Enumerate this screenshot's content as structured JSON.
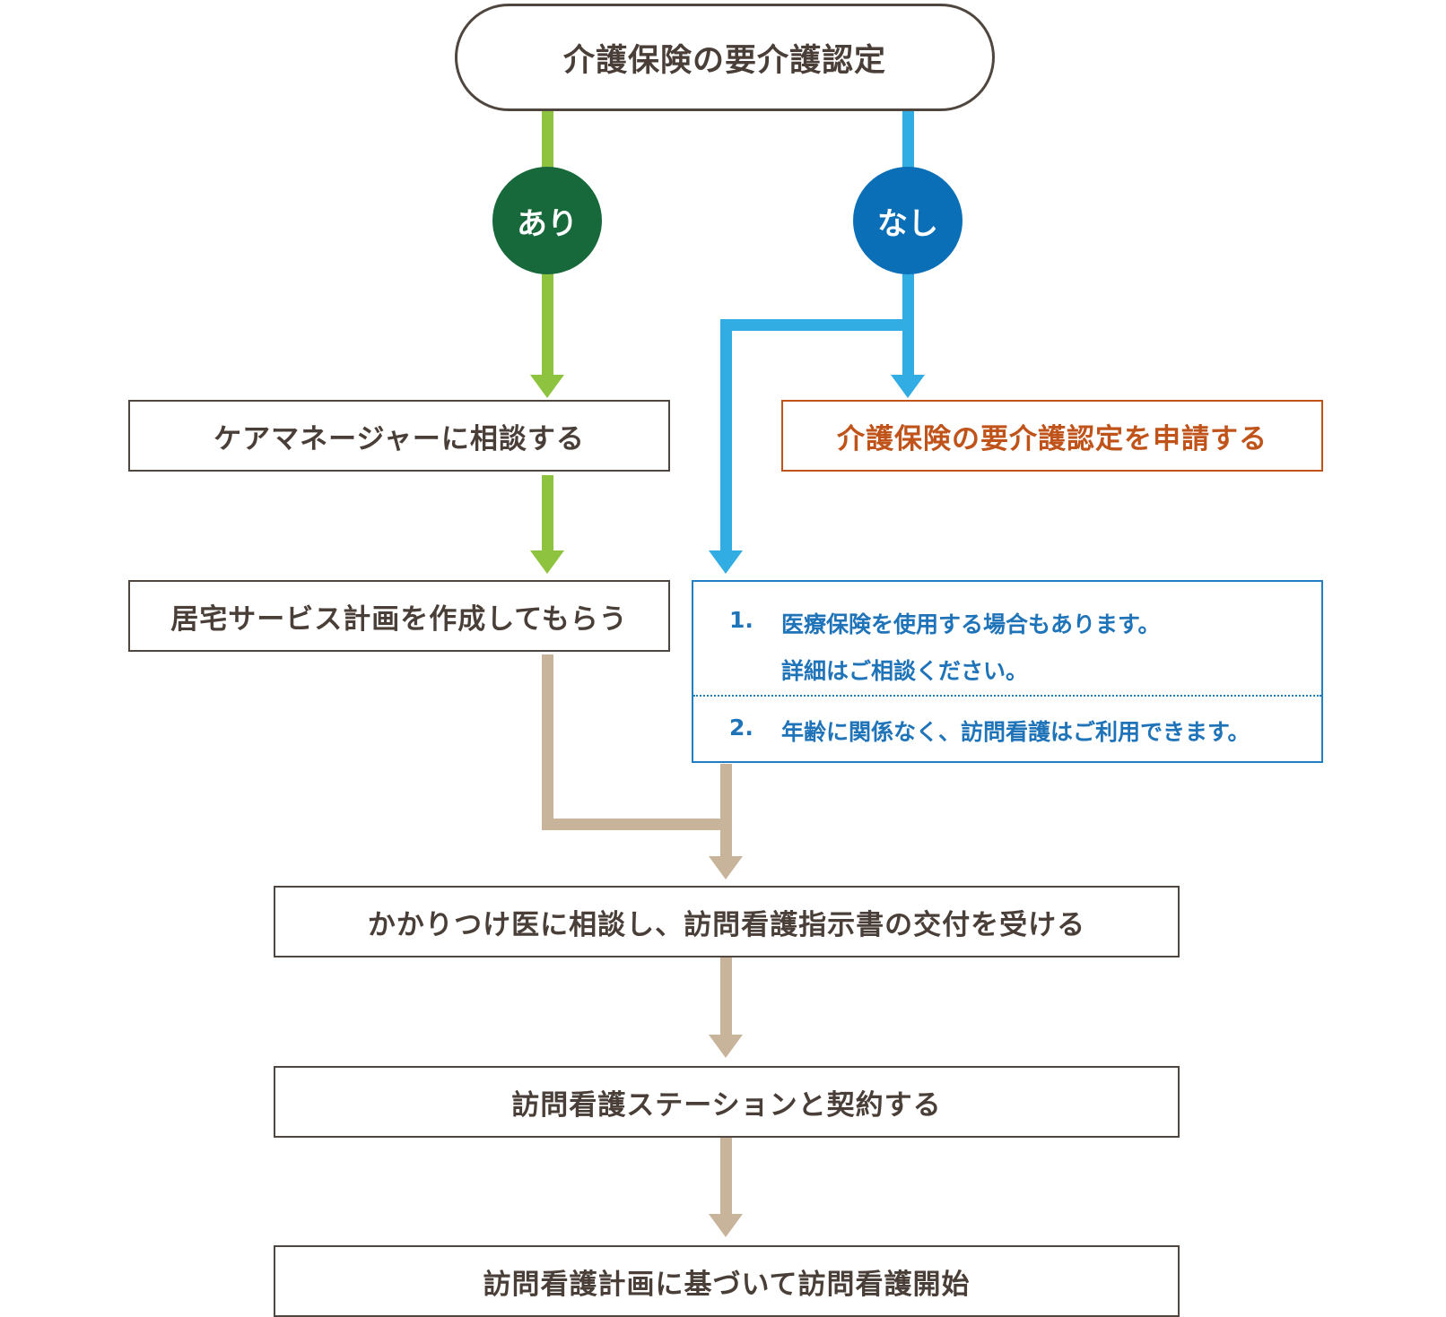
{
  "colors": {
    "yes_line": "#8dc33f",
    "yes_circle": "#17683a",
    "no_line": "#32ade3",
    "no_circle": "#0b6fb8",
    "common_line": "#c7b49b",
    "apply_text": "#c0531a",
    "note_text": "#1f73b8"
  },
  "nodes": {
    "start": "介護保険の要介護認定",
    "yes": "あり",
    "no": "なし",
    "consult_cm": "ケアマネージャーに相談する",
    "care_plan": "居宅サービス計画を作成してもらう",
    "apply": "介護保険の要介護認定を申請する",
    "doctor": "かかりつけ医に相談し、訪問看護指示書の交付を受ける",
    "contract": "訪問看護ステーションと契約する",
    "start_care": "訪問看護計画に基づいて訪問看護開始"
  },
  "notes": [
    {
      "num": "1.",
      "lines": [
        "医療保険を使用する場合もあります。",
        "詳細はご相談ください。"
      ]
    },
    {
      "num": "2.",
      "lines": [
        "年齢に関係なく、訪問看護はご利用できます。"
      ]
    }
  ]
}
